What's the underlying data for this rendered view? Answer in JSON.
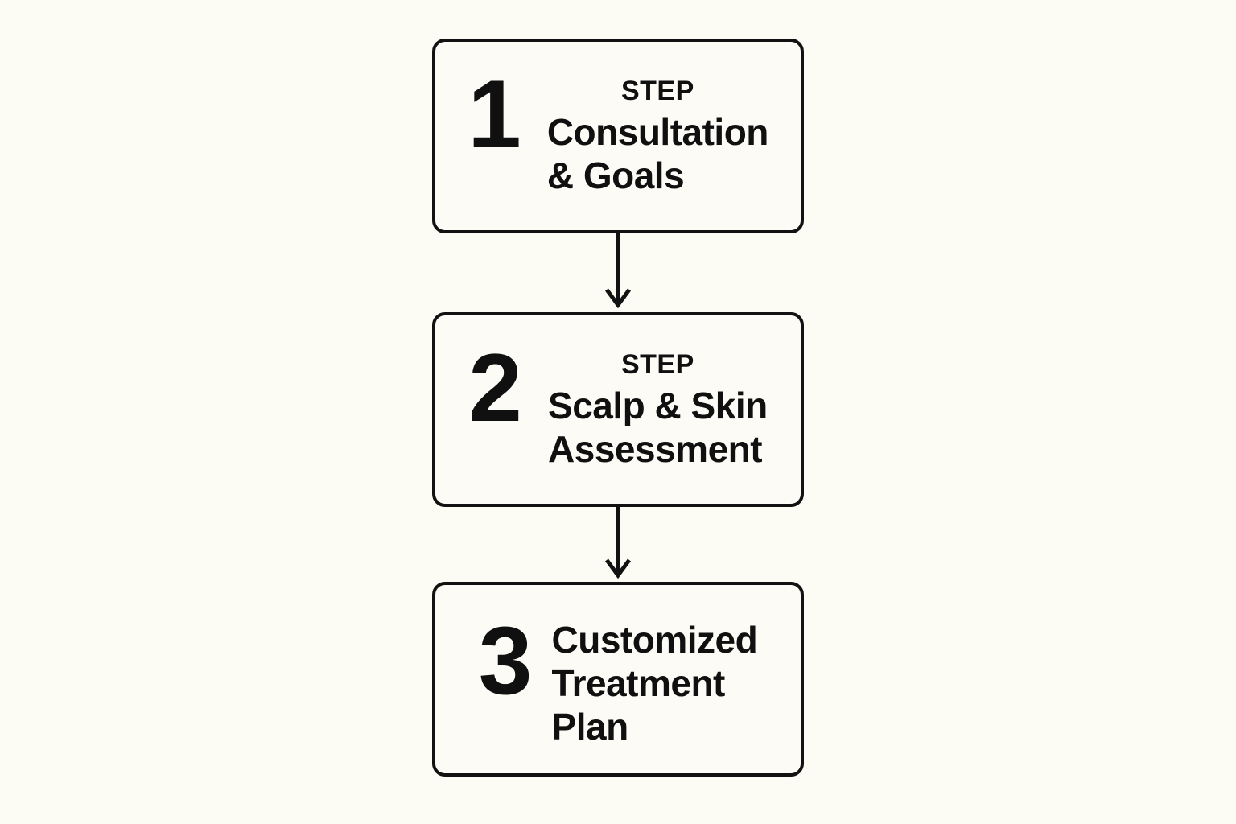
{
  "diagram": {
    "type": "vertical-flowchart",
    "background_color": "#FCFBF4",
    "box_fill_color": "#FCFBF6",
    "stroke_color": "#121212",
    "text_color": "#101010",
    "steps": [
      {
        "number": "1",
        "eyebrow": "STEP",
        "title": "Consultation\n& Goals"
      },
      {
        "number": "2",
        "eyebrow": "STEP",
        "title": "Scalp & Skin\nAssessment"
      },
      {
        "number": "3",
        "eyebrow": "",
        "title": "Customized\nTreatment\nPlan"
      }
    ],
    "connectors": [
      {
        "name": "arrow-step1-to-step2",
        "direction": "down"
      },
      {
        "name": "arrow-step2-to-step3",
        "direction": "down"
      }
    ]
  }
}
